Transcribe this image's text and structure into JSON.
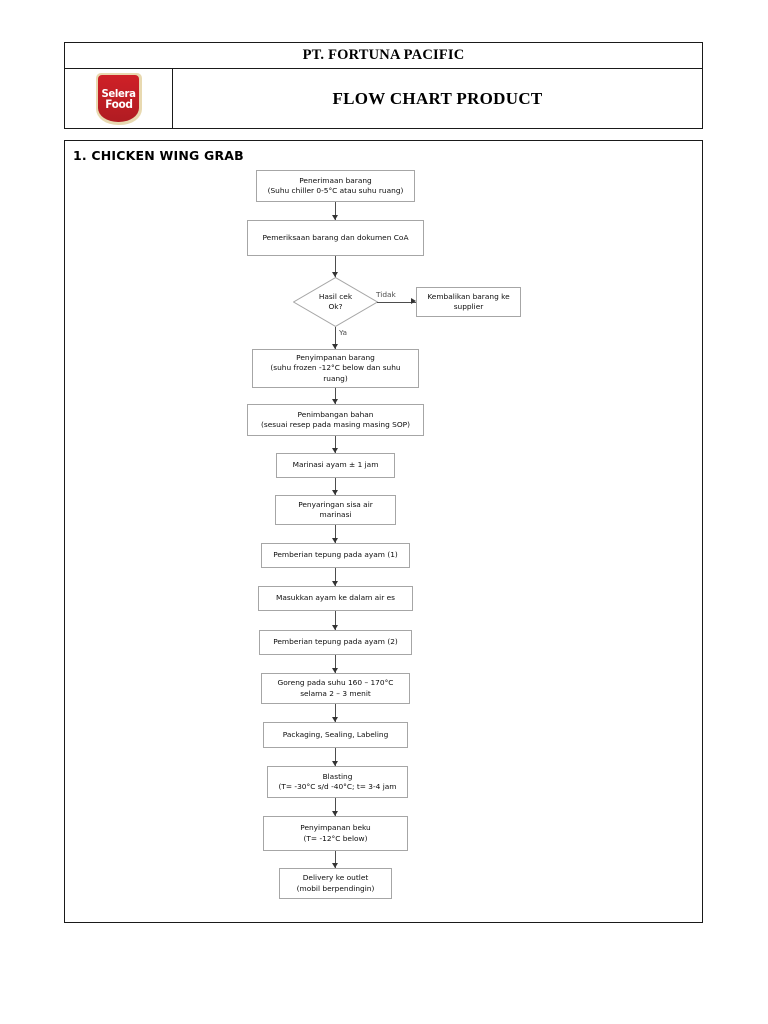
{
  "header": {
    "company_name": "PT. FORTUNA PACIFIC",
    "document_title": "FLOW CHART PRODUCT",
    "logo": {
      "line1": "Selera",
      "line2": "Food",
      "shield_color": "#cf2027",
      "border_color": "#e8d9b0"
    }
  },
  "content": {
    "section_number": "1.",
    "section_heading": "1.  CHICKEN WING GRAB"
  },
  "chart_data": {
    "type": "diagram",
    "title": "CHICKEN WING GRAB",
    "nodes": [
      {
        "id": "n1",
        "shape": "process",
        "text": "Penerimaan barang\n(Suhu chiller 0-5°C atau suhu ruang)"
      },
      {
        "id": "n2",
        "shape": "process",
        "text": "Pemeriksaan barang dan dokumen CoA"
      },
      {
        "id": "n3",
        "shape": "decision",
        "text": "Hasil cek\nOk?"
      },
      {
        "id": "n4",
        "shape": "process",
        "text": "Kembalikan barang ke\nsupplier"
      },
      {
        "id": "n5",
        "shape": "process",
        "text": "Penyimpanan barang\n(suhu frozen -12°C below dan suhu\nruang)"
      },
      {
        "id": "n6",
        "shape": "process",
        "text": "Penimbangan bahan\n(sesuai resep pada masing masing SOP)"
      },
      {
        "id": "n7",
        "shape": "process",
        "text": "Marinasi ayam ± 1 jam"
      },
      {
        "id": "n8",
        "shape": "process",
        "text": "Penyaringan sisa air\nmarinasi"
      },
      {
        "id": "n9",
        "shape": "process",
        "text": "Pemberian tepung pada ayam (1)"
      },
      {
        "id": "n10",
        "shape": "process",
        "text": "Masukkan ayam ke dalam air es"
      },
      {
        "id": "n11",
        "shape": "process",
        "text": "Pemberian tepung pada ayam (2)"
      },
      {
        "id": "n12",
        "shape": "process",
        "text": "Goreng pada suhu 160 – 170°C\nselama 2 – 3 menit"
      },
      {
        "id": "n13",
        "shape": "process",
        "text": "Packaging, Sealing, Labeling"
      },
      {
        "id": "n14",
        "shape": "process",
        "text": "Blasting\n(T= -30°C s/d -40°C; t= 3-4 jam"
      },
      {
        "id": "n15",
        "shape": "process",
        "text": "Penyimpanan beku\n(T= -12°C below)"
      },
      {
        "id": "n16",
        "shape": "process",
        "text": "Delivery ke outlet\n(mobil berpendingin)"
      }
    ],
    "edges": [
      {
        "from": "n1",
        "to": "n2",
        "label": ""
      },
      {
        "from": "n2",
        "to": "n3",
        "label": ""
      },
      {
        "from": "n3",
        "to": "n4",
        "label": "Tidak"
      },
      {
        "from": "n3",
        "to": "n5",
        "label": "Ya"
      },
      {
        "from": "n5",
        "to": "n6",
        "label": ""
      },
      {
        "from": "n6",
        "to": "n7",
        "label": ""
      },
      {
        "from": "n7",
        "to": "n8",
        "label": ""
      },
      {
        "from": "n8",
        "to": "n9",
        "label": ""
      },
      {
        "from": "n9",
        "to": "n10",
        "label": ""
      },
      {
        "from": "n10",
        "to": "n11",
        "label": ""
      },
      {
        "from": "n11",
        "to": "n12",
        "label": ""
      },
      {
        "from": "n12",
        "to": "n13",
        "label": ""
      },
      {
        "from": "n13",
        "to": "n14",
        "label": ""
      },
      {
        "from": "n14",
        "to": "n15",
        "label": ""
      },
      {
        "from": "n15",
        "to": "n16",
        "label": ""
      }
    ],
    "edge_labels": {
      "tidak": "Tidak",
      "ya": "Ya"
    }
  }
}
